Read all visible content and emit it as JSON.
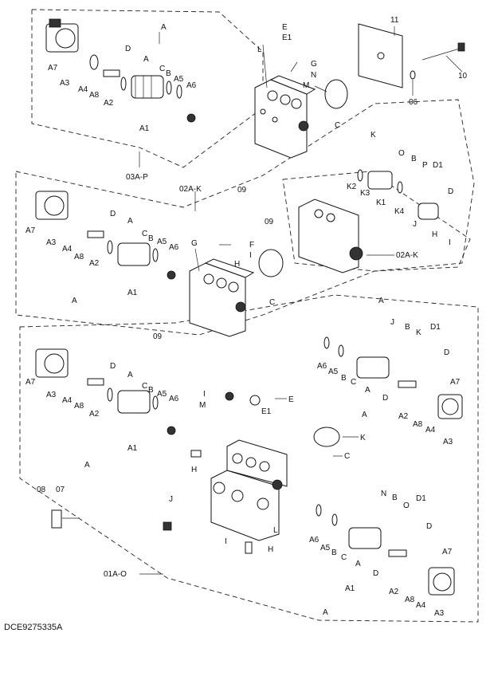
{
  "caption": "DCE9275335A",
  "labels": {
    "grpA": "A",
    "grpA1": "A1",
    "grpA2": "A2",
    "grpA3": "A3",
    "grpA4": "A4",
    "grpA5": "A5",
    "grpA6": "A6",
    "grpA7": "A7",
    "grpA8": "A8",
    "B": "B",
    "C": "C",
    "D": "D",
    "D1": "D1",
    "E": "E",
    "E1": "E1",
    "F": "F",
    "G": "G",
    "H": "H",
    "I": "I",
    "J": "J",
    "K": "K",
    "K1": "K1",
    "K2": "K2",
    "K3": "K3",
    "K4": "K4",
    "L": "L",
    "M": "M",
    "N": "N",
    "O": "O",
    "P": "P",
    "p01": "01A-O",
    "p02": "02A-K",
    "p03": "03A-P",
    "n06": "06",
    "n07": "07",
    "n08": "08",
    "n09": "09",
    "n10": "10",
    "n11": "11"
  }
}
